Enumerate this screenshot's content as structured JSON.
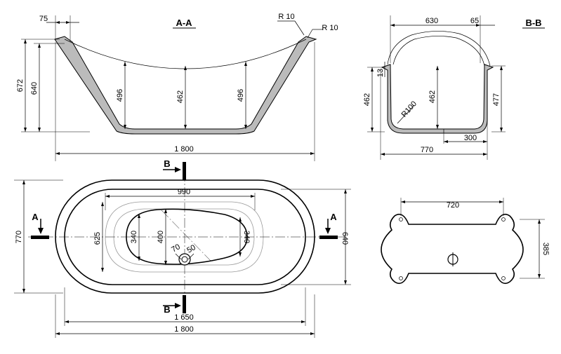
{
  "sections": {
    "aa": "A-A",
    "bb": "B-B"
  },
  "markers": {
    "a_left": "A",
    "a_right": "A",
    "b_top": "B",
    "b_bottom": "B"
  },
  "section_aa": {
    "rim_width": "75",
    "height_outer": "672",
    "height_inner": "640",
    "depth_left": "496",
    "depth_center": "462",
    "depth_right": "496",
    "radius_1": "R 10",
    "radius_2": "R 10",
    "length": "1 800"
  },
  "section_bb": {
    "top_width": "630",
    "rim_offset": "65",
    "rim_thickness": "13",
    "depth_left": "462",
    "depth_center": "462",
    "depth_right": "477",
    "radius": "R100",
    "bottom_offset": "300",
    "width": "770"
  },
  "plan": {
    "width": "770",
    "inner_width": "640",
    "basin_length": "990",
    "basin_width": "625",
    "floor_width_left": "340",
    "floor_width_center": "400",
    "floor_width_right": "340",
    "drain_offset_1": "70",
    "drain_offset_2": "50",
    "inner_length": "1 650",
    "length": "1 800"
  },
  "base": {
    "length": "720",
    "width": "385"
  }
}
